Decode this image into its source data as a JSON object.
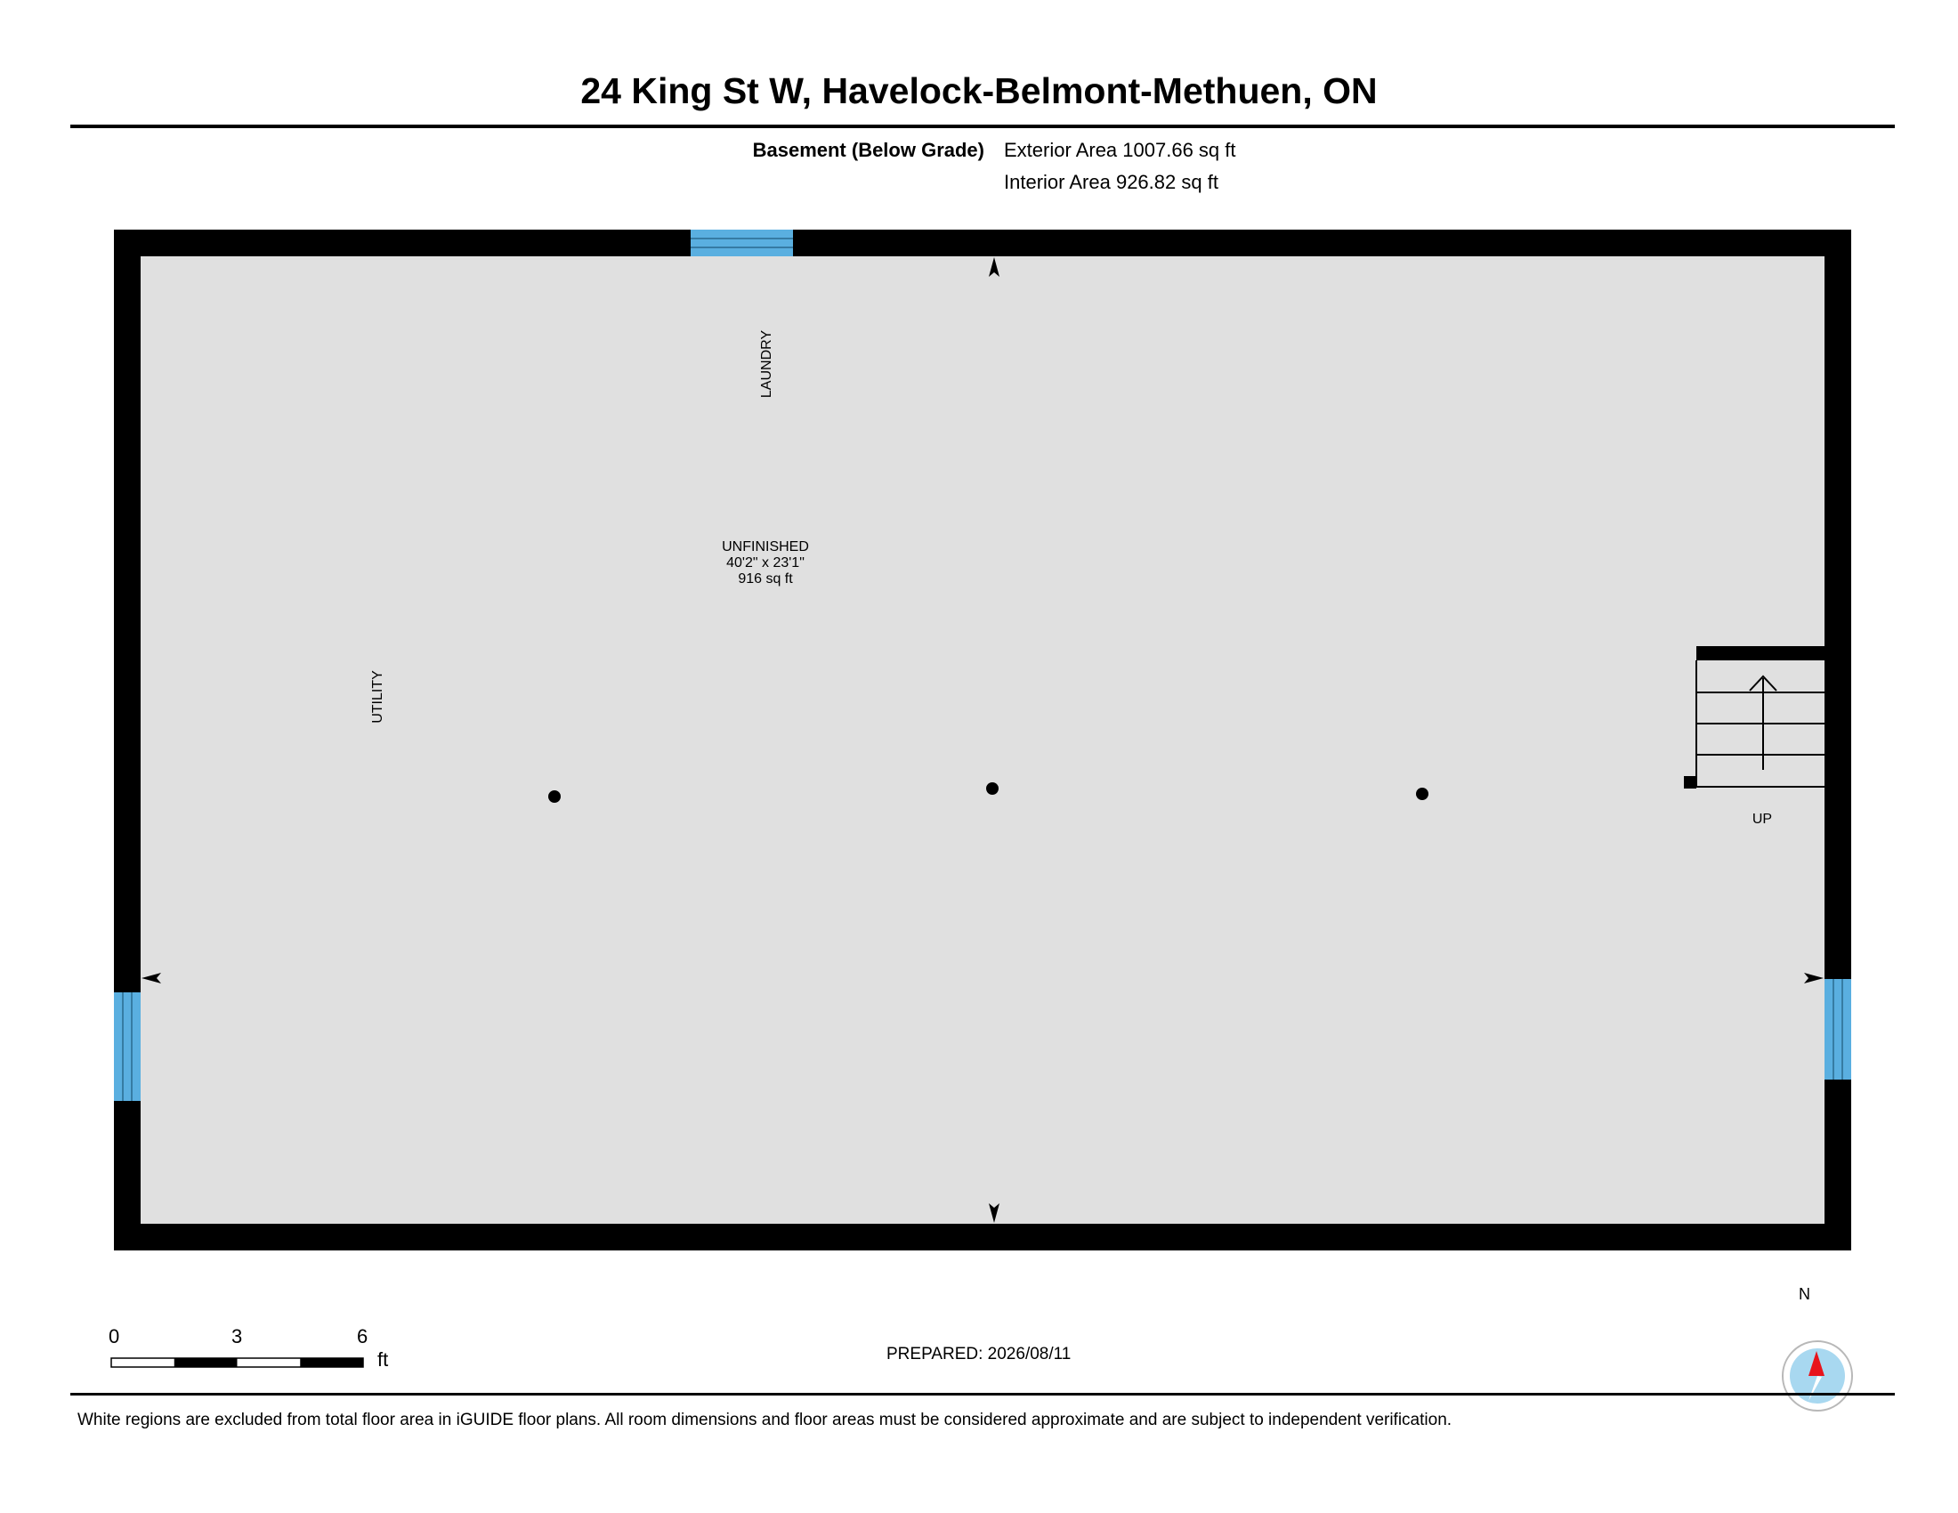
{
  "header": {
    "title": "24 King St W, Havelock-Belmont-Methuen, ON"
  },
  "floor": {
    "name": "Basement (Below Grade)",
    "exterior_area": "Exterior Area 1007.66 sq ft",
    "interior_area": "Interior Area 926.82 sq ft"
  },
  "rooms": {
    "main_name": "UNFINISHED",
    "main_dims": "40'2\" x 23'1\"",
    "main_area": "916 sq ft",
    "laundry": "LAUNDRY",
    "utility": "UTILITY",
    "stairs": "UP"
  },
  "scale": {
    "ticks": [
      "0",
      "3",
      "6"
    ],
    "unit": "ft"
  },
  "compass": {
    "label": "N"
  },
  "footer": {
    "prepared": "PREPARED: 2026/08/11",
    "disclaimer": "White regions are excluded from total floor area in iGUIDE floor plans. All room dimensions and floor areas must be considered approximate and are subject to independent verification."
  },
  "colors": {
    "floor_fill": "#e0e0e0",
    "wall": "#000000",
    "window": "#5aafe0",
    "compass_disc": "#a8d8f0",
    "compass_needle": "#e8141c"
  }
}
